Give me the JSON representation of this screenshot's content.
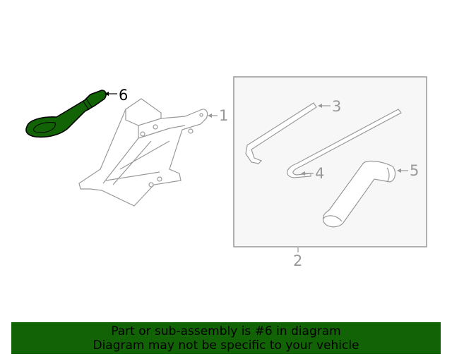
{
  "diagram": {
    "callouts": [
      "1",
      "2",
      "3",
      "4",
      "5",
      "6"
    ],
    "highlighted_part": "6",
    "highlight_color": "#126306",
    "line_color": "#999999"
  },
  "banner": {
    "line1": "Part or sub-assembly is #6 in diagram",
    "line2": "Diagram may not be specific to your vehicle",
    "background": "#126306"
  }
}
